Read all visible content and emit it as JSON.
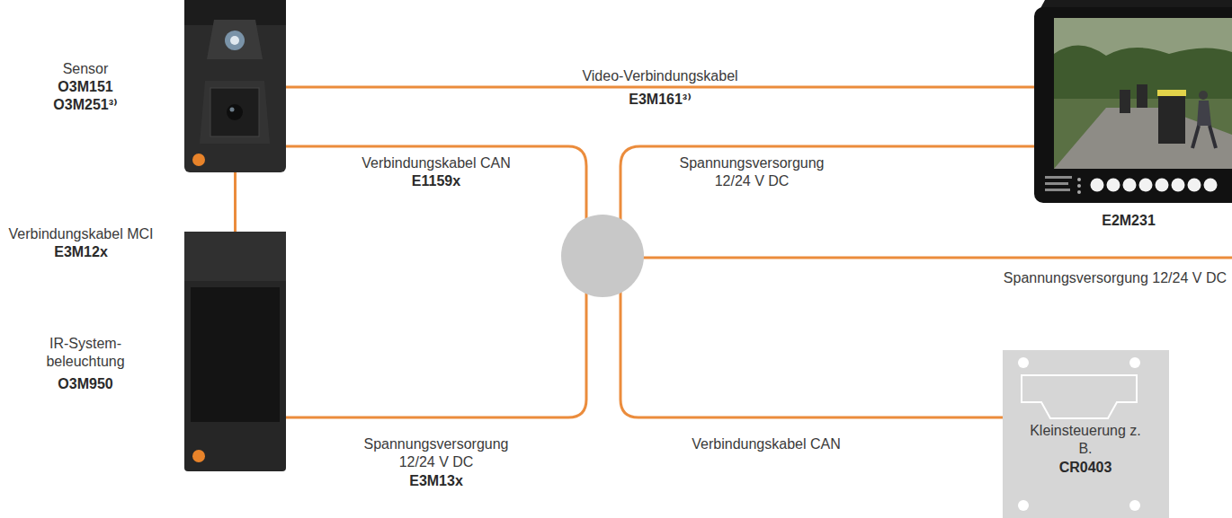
{
  "diagram": {
    "nodes": [
      {
        "text": [
          "Sensor",
          "O3M151 O3M251³⁾"
        ]
      },
      {
        "text": [
          "E2M231"
        ]
      },
      {
        "text": [
          "IR-System- beleuchtung",
          "O3M950"
        ]
      },
      {
        "text": [
          "Kleinsteuerung z. B.",
          "CR0403"
        ]
      }
    ],
    "edges": [
      {
        "from": 0,
        "to": 1,
        "arrow": "none",
        "label": "Video-Verbindungskabel"
      },
      {
        "from": 0,
        "to": 2,
        "arrow": "none",
        "label": "Verbindungskabel MCI"
      },
      {
        "from": 0,
        "to": 3,
        "arrow": "none",
        "label": "Verbindungskabel CAN"
      }
    ],
    "labels": [
      "E3M161³⁾",
      "E3M12x",
      "E1159x",
      "Spannungsversorgung 12/24 V DC",
      "Spannungsversorgung 12/24 V DC",
      "Spannungsversorgung 12/24 V DC",
      "E3M13x",
      "Verbindungskabel CAN"
    ]
  }
}
